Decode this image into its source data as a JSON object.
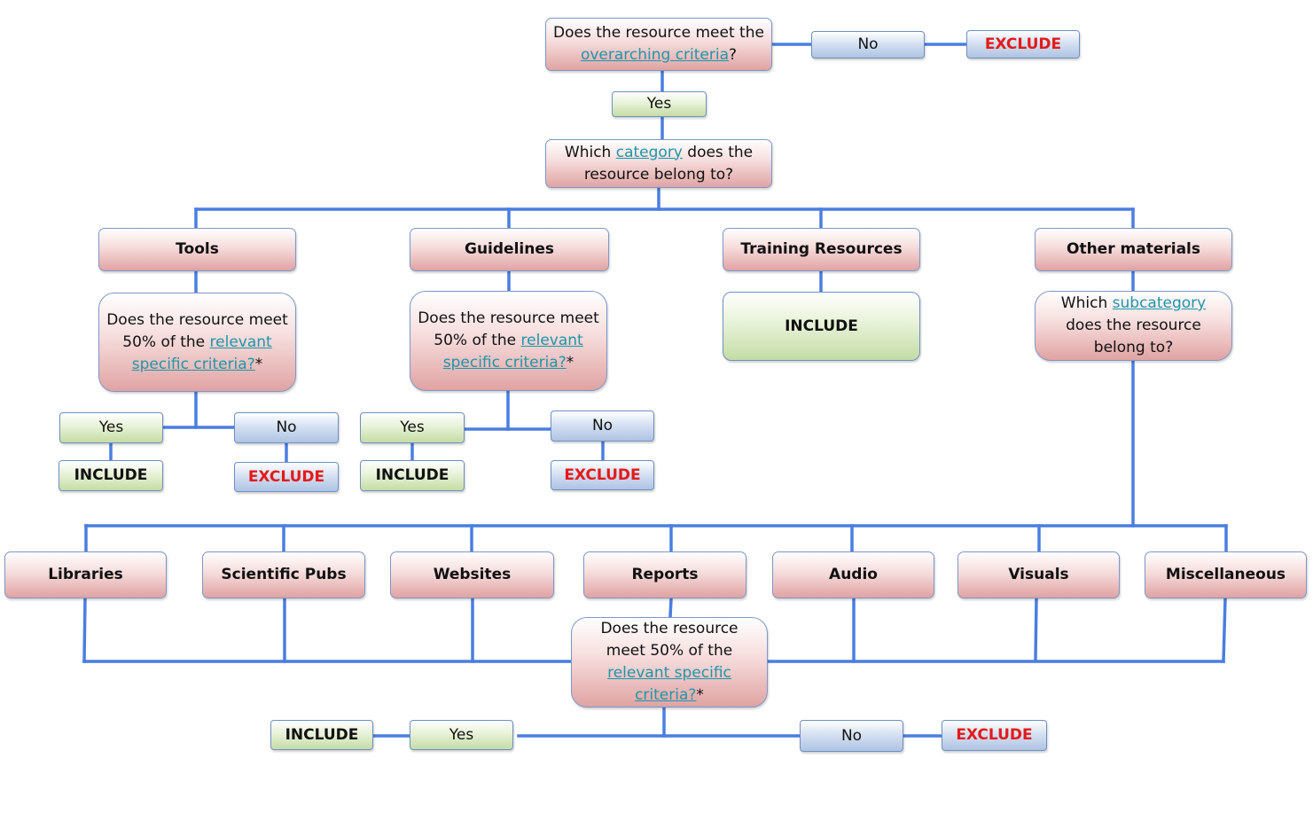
{
  "q_overarching": {
    "pre": "Does the resource meet the ",
    "link": "overarching criteria",
    "post": "?"
  },
  "no_label": "No",
  "yes_label": "Yes",
  "include_label": "INCLUDE",
  "exclude_label": "EXCLUDE",
  "q_category": {
    "pre": "Which ",
    "link": "category",
    "post": " does the resource belong to?"
  },
  "categories": {
    "tools": "Tools",
    "guidelines": "Guidelines",
    "training": "Training Resources",
    "other": "Other materials"
  },
  "q_specific": {
    "pre": "Does the resource meet 50% of the ",
    "link": "relevant specific criteria?",
    "post": "*"
  },
  "q_subcategory": {
    "pre": "Which ",
    "link": "subcategory",
    "post": " does the resource belong to?"
  },
  "subcategories": [
    "Libraries",
    "Scientific Pubs",
    "Websites",
    "Reports",
    "Audio",
    "Visuals",
    "Miscellaneous"
  ],
  "colors": {
    "connector": "#4a7ee0",
    "exclude_text": "#e31a1a",
    "link_text": "#1e96a8"
  }
}
